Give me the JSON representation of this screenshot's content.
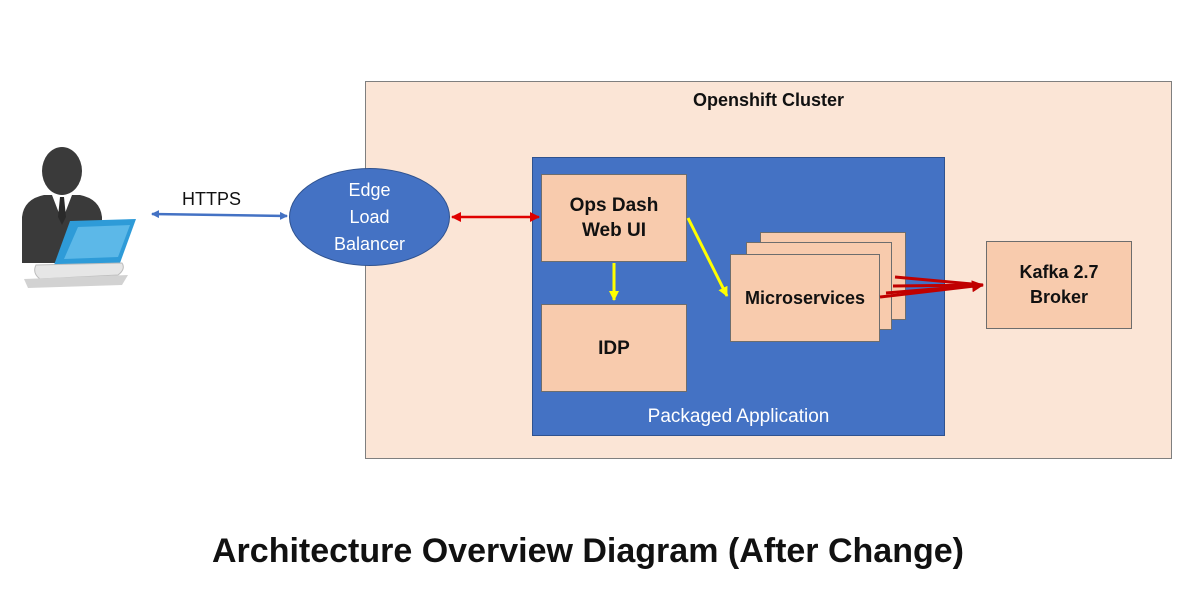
{
  "cluster": {
    "title": "Openshift Cluster"
  },
  "packaged_application": {
    "label": "Packaged Application"
  },
  "nodes": {
    "ops_dash": {
      "line1": "Ops Dash",
      "line2": "Web UI"
    },
    "idp": {
      "label": "IDP"
    },
    "microservices": {
      "label": "Microservices"
    },
    "kafka": {
      "line1": "Kafka 2.7",
      "line2": "Broker"
    },
    "edge_lb": {
      "line1": "Edge",
      "line2": "Load",
      "line3": "Balancer"
    }
  },
  "connections": {
    "https_label": "HTTPS"
  },
  "caption": "Architecture Overview Diagram (After Change)",
  "colors": {
    "cluster_fill": "#fbe5d6",
    "package_fill": "#4472c4",
    "node_fill": "#f8cbad",
    "https_arrow": "#4472c4",
    "lb_arrow": "#e00000",
    "internal_arrow": "#ffff00",
    "kafka_arrows": "#c00000"
  },
  "icons": {
    "user": "user-at-laptop-icon"
  }
}
